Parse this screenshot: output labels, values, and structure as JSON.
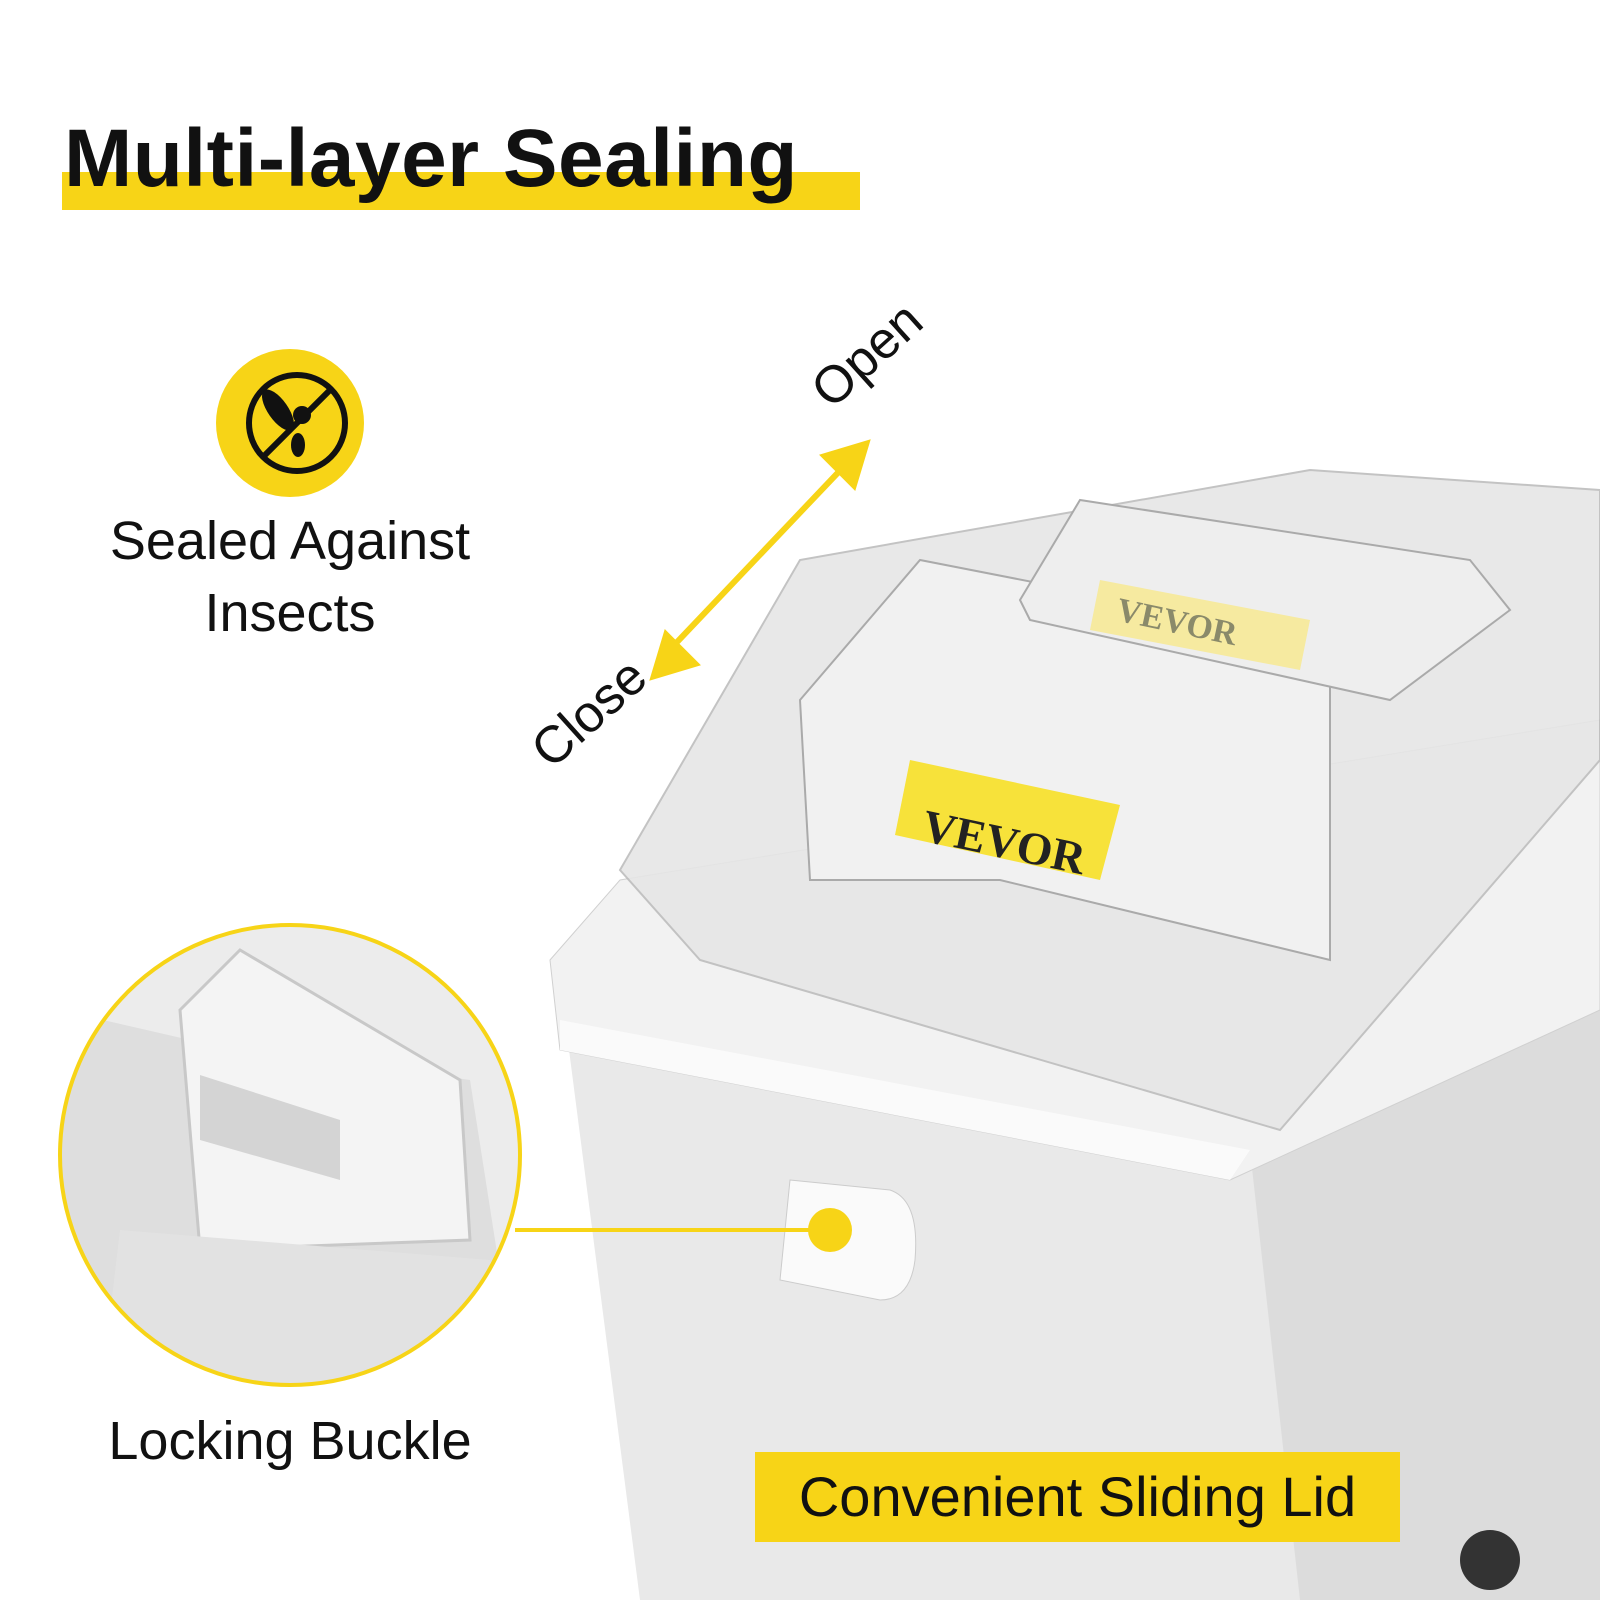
{
  "title": "Multi-layer Sealing",
  "features": {
    "insects": {
      "line1": "Sealed Against",
      "line2": "Insects",
      "icon": "no-insect-icon"
    },
    "buckle": {
      "label": "Locking Buckle"
    },
    "lid": {
      "label": "Convenient Sliding Lid"
    }
  },
  "arrows": {
    "open": "Open",
    "close": "Close"
  },
  "brand": {
    "logo": "VEVOR"
  },
  "colors": {
    "accent": "#f7d417",
    "text": "#111111"
  }
}
